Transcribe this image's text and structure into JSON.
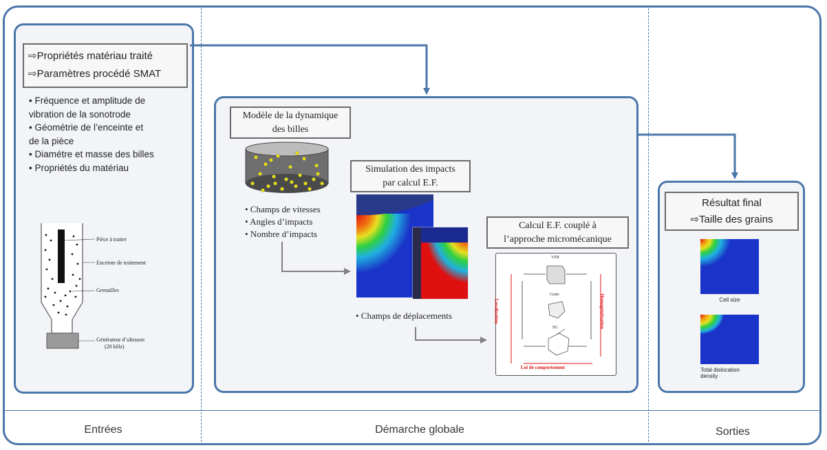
{
  "inputs": {
    "header_lines": [
      "⇨Propriétés matériau traité",
      "⇨Paramètres procédé SMAT"
    ],
    "bullets": [
      "• Fréquence  et amplitude de",
      "vibration de la sonotrode",
      "• Géométrie de l’enceinte et",
      "de la pièce",
      "• Diamétre et masse des billes",
      "• Propriétés du matériau"
    ],
    "device_labels": {
      "piece": "Pièce à traiter",
      "enceinte": "Enceinte de traitement",
      "grenailles": "Grenailles",
      "generateur": "Générateur d’ultrason",
      "frequence": "(20 kHz)"
    }
  },
  "middle": {
    "model_box": [
      "Modèle de la dynamique",
      "des billes"
    ],
    "model_bullets": [
      "• Champs de vitesses",
      "• Angles d’impacts",
      "• Nombre d’impacts"
    ],
    "sim_box": [
      "Simulation des impacts",
      "par calcul E.F."
    ],
    "sim_bullet": "• Champs de déplacements",
    "calc_box": [
      "Calcul E.F. couplé à",
      "l’approche micromécanique"
    ],
    "micro_labels": {
      "vertical_left": "Localisation",
      "vertical_right": "Homogénéisation",
      "bottom": "Loi de comportement",
      "top_small": "VER",
      "mid_small": "Grain",
      "bottom_small": "SG"
    }
  },
  "outputs": {
    "result_box": [
      "Résultat final",
      "⇨Taille des grains"
    ],
    "cell_label": "Cell size",
    "disloc_label": [
      "Total dislocation",
      "density"
    ]
  },
  "footer": {
    "inputs": "Entrées",
    "middle": "Démarche globale",
    "outputs": "Sorties"
  },
  "colors": {
    "frame": "#4a76a8",
    "panel_fill": "#f2f4f8",
    "fe_blue": "#1a33c8",
    "fe_red": "#e01010",
    "ball_yellow": "#e8e010"
  }
}
